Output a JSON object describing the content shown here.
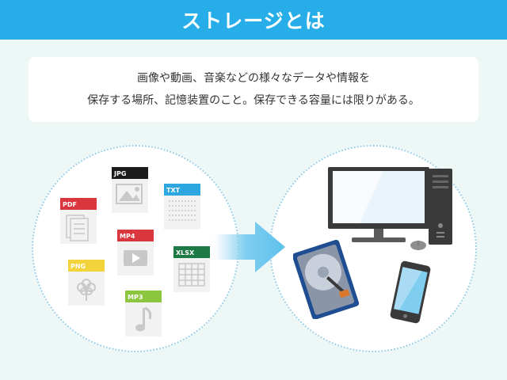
{
  "header": {
    "title": "ストレージとは"
  },
  "description": {
    "line1": "画像や動画、音楽などの様々なデータや情報を",
    "line2": "保存する場所、記憶装置のこと。保存できる容量には限りがある。"
  },
  "files": [
    {
      "label": "JPG",
      "color": "#1b1b1b",
      "icon": "image-icon"
    },
    {
      "label": "TXT",
      "color": "#2ea7e0",
      "icon": "text-lines-icon"
    },
    {
      "label": "PDF",
      "color": "#d9363e",
      "icon": "document-icon"
    },
    {
      "label": "MP4",
      "color": "#d9363e",
      "icon": "play-icon"
    },
    {
      "label": "XLSX",
      "color": "#1e7a45",
      "icon": "spreadsheet-icon"
    },
    {
      "label": "PNG",
      "color": "#f3d33b",
      "icon": "flower-icon"
    },
    {
      "label": "MP3",
      "color": "#8cc63f",
      "icon": "music-note-icon"
    }
  ],
  "colors": {
    "accent": "#27aee8",
    "background": "#edf7f6"
  }
}
